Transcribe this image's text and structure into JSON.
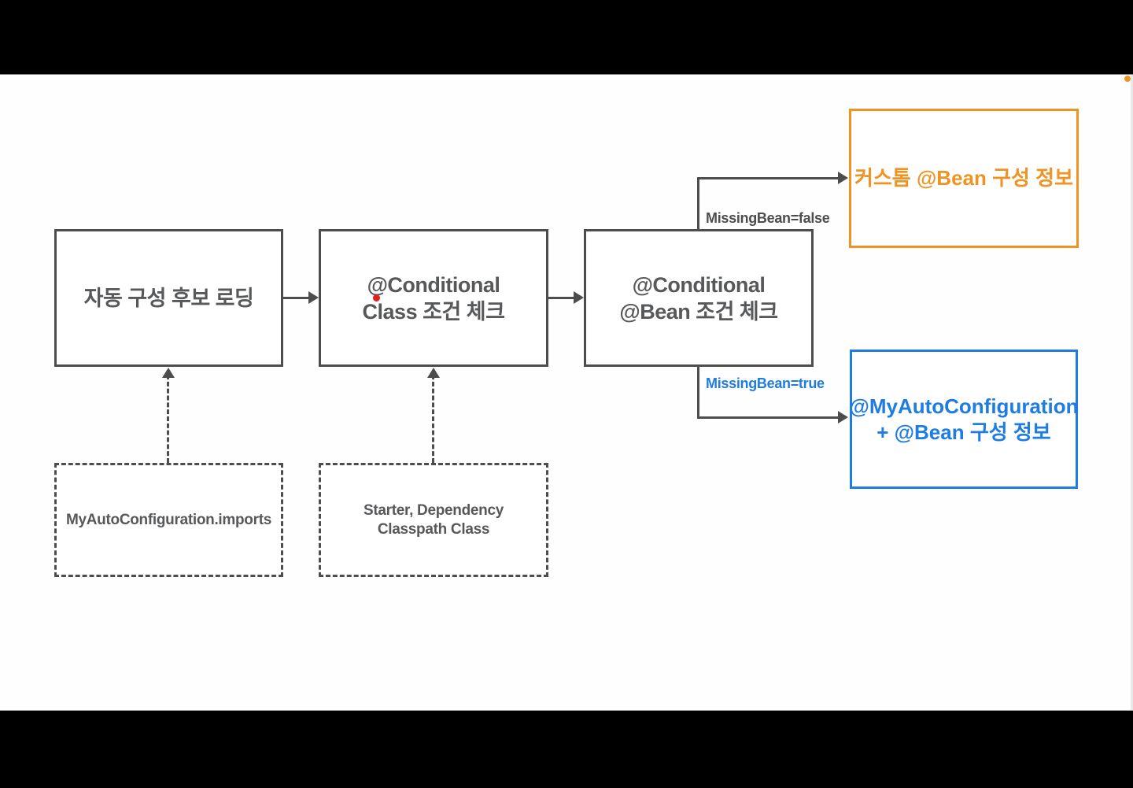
{
  "nodes": {
    "autoConfigLoading": {
      "line1": "자동 구성 후보 로딩"
    },
    "conditionalClass": {
      "line1": "@Conditional",
      "line2": "Class 조건 체크"
    },
    "conditionalBean": {
      "line1": "@Conditional",
      "line2": "@Bean 조건 체크"
    },
    "customBeanInfo": {
      "line1": "커스톰 @Bean 구성 정보"
    },
    "myAutoConfigBeanInfo": {
      "line1": "@MyAutoConfiguration",
      "line2": "+ @Bean 구성 정보"
    },
    "importsFile": {
      "line1": "MyAutoConfiguration.imports"
    },
    "starterDependency": {
      "line1": "Starter, Dependency",
      "line2": "Classpath Class"
    }
  },
  "edgeLabels": {
    "missingBeanFalse": "MissingBean=false",
    "missingBeanTrue": "MissingBean=true"
  },
  "colors": {
    "nodeBorderGray": "#4d4d4d",
    "nodeTextGray": "#57585a",
    "accentOrange": "#ef9322",
    "accentBlue": "#1e7ce2",
    "laserRed": "#e2201f"
  }
}
